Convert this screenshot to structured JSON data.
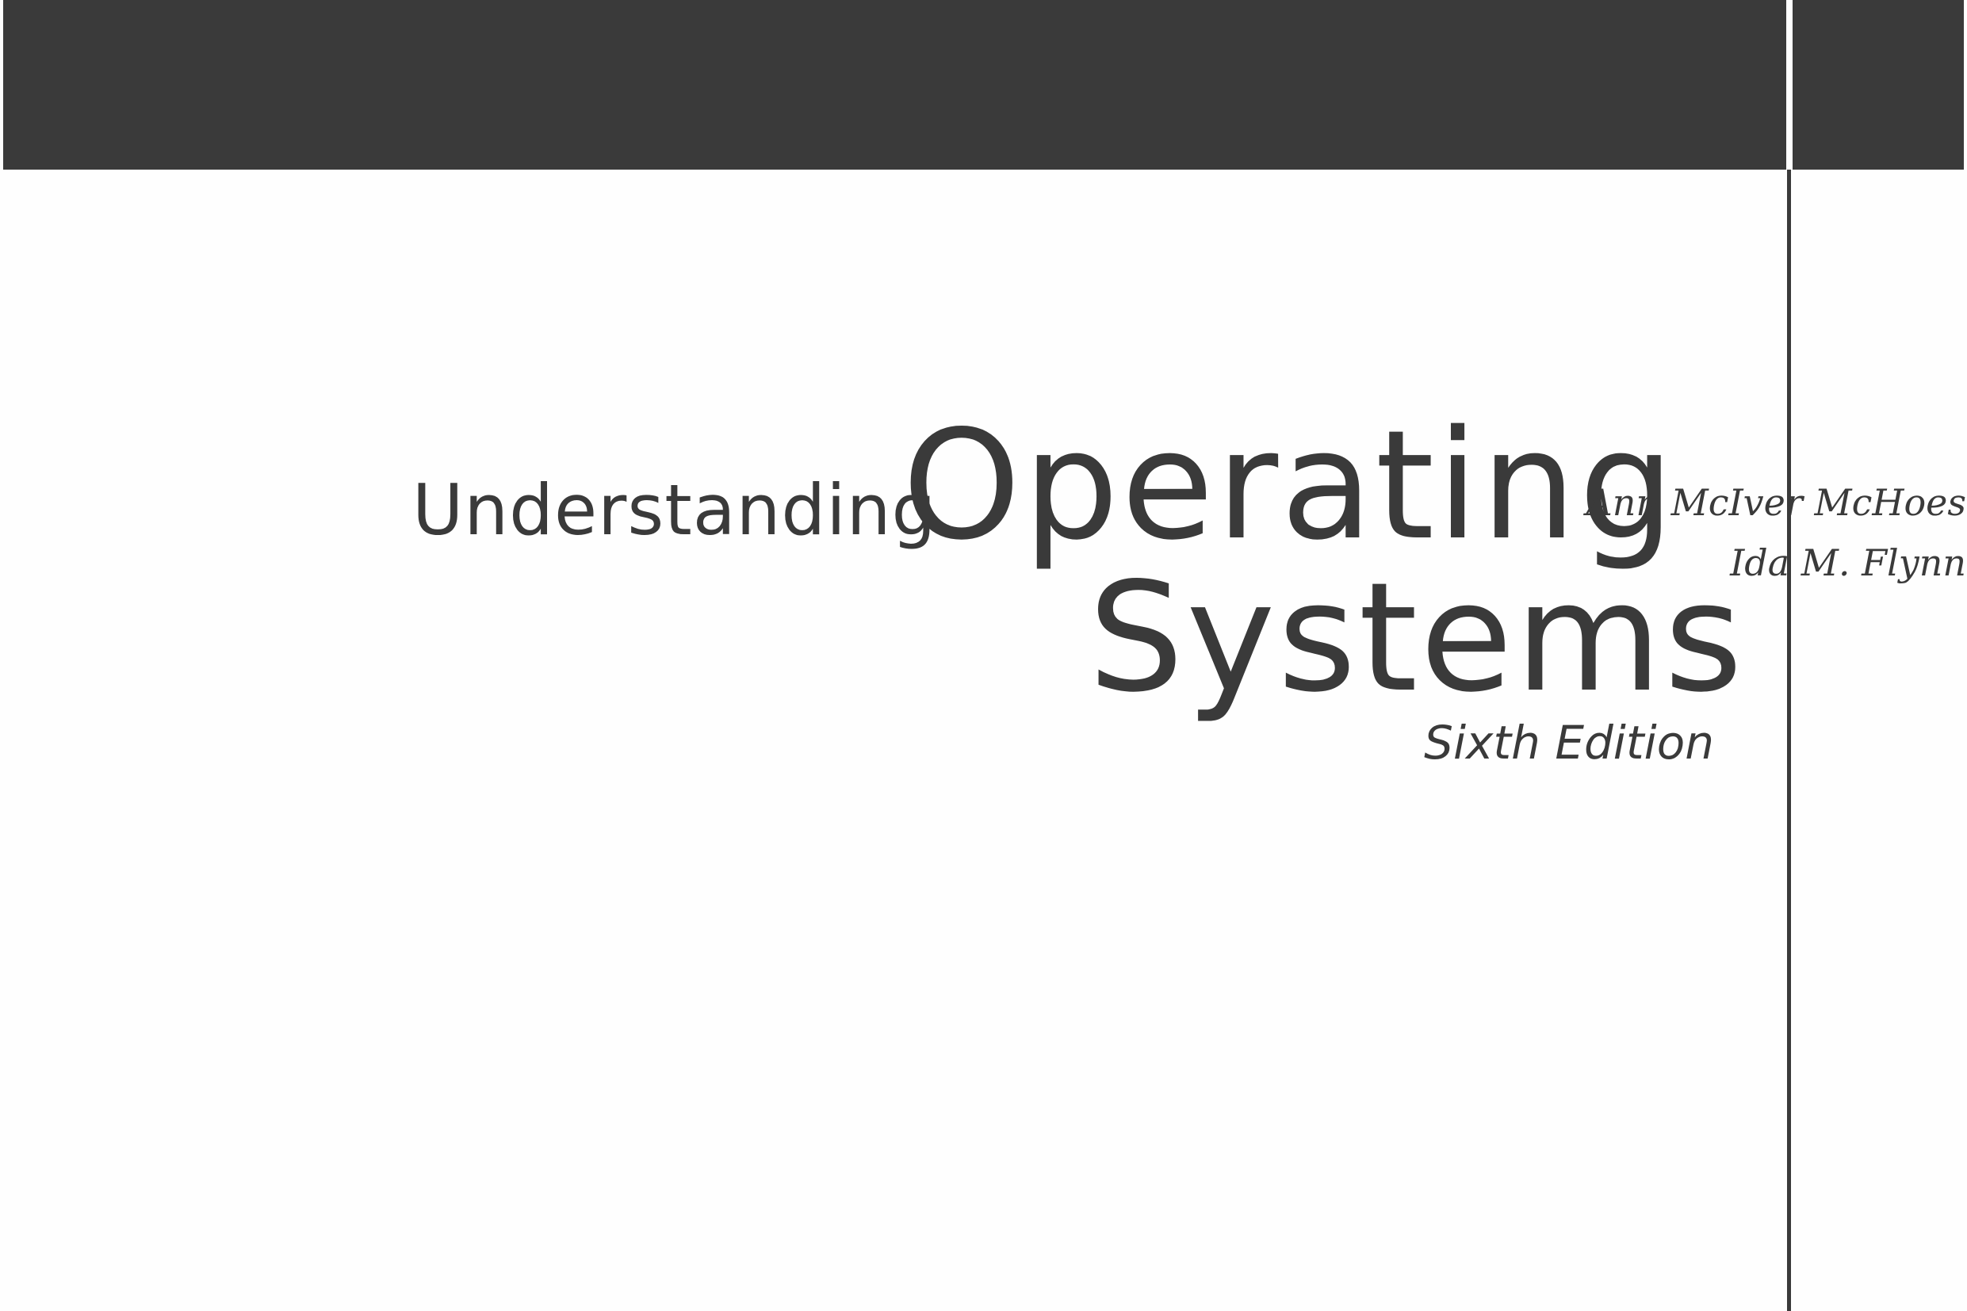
{
  "title": {
    "prefix": "Understanding",
    "line1": "Operating",
    "line2": "Systems",
    "edition": "Sixth Edition"
  },
  "authors": [
    "Ann McIver McHoes",
    "Ida M. Flynn"
  ],
  "colors": {
    "ink": "#3a3a3a",
    "paper": "#fefefe"
  }
}
